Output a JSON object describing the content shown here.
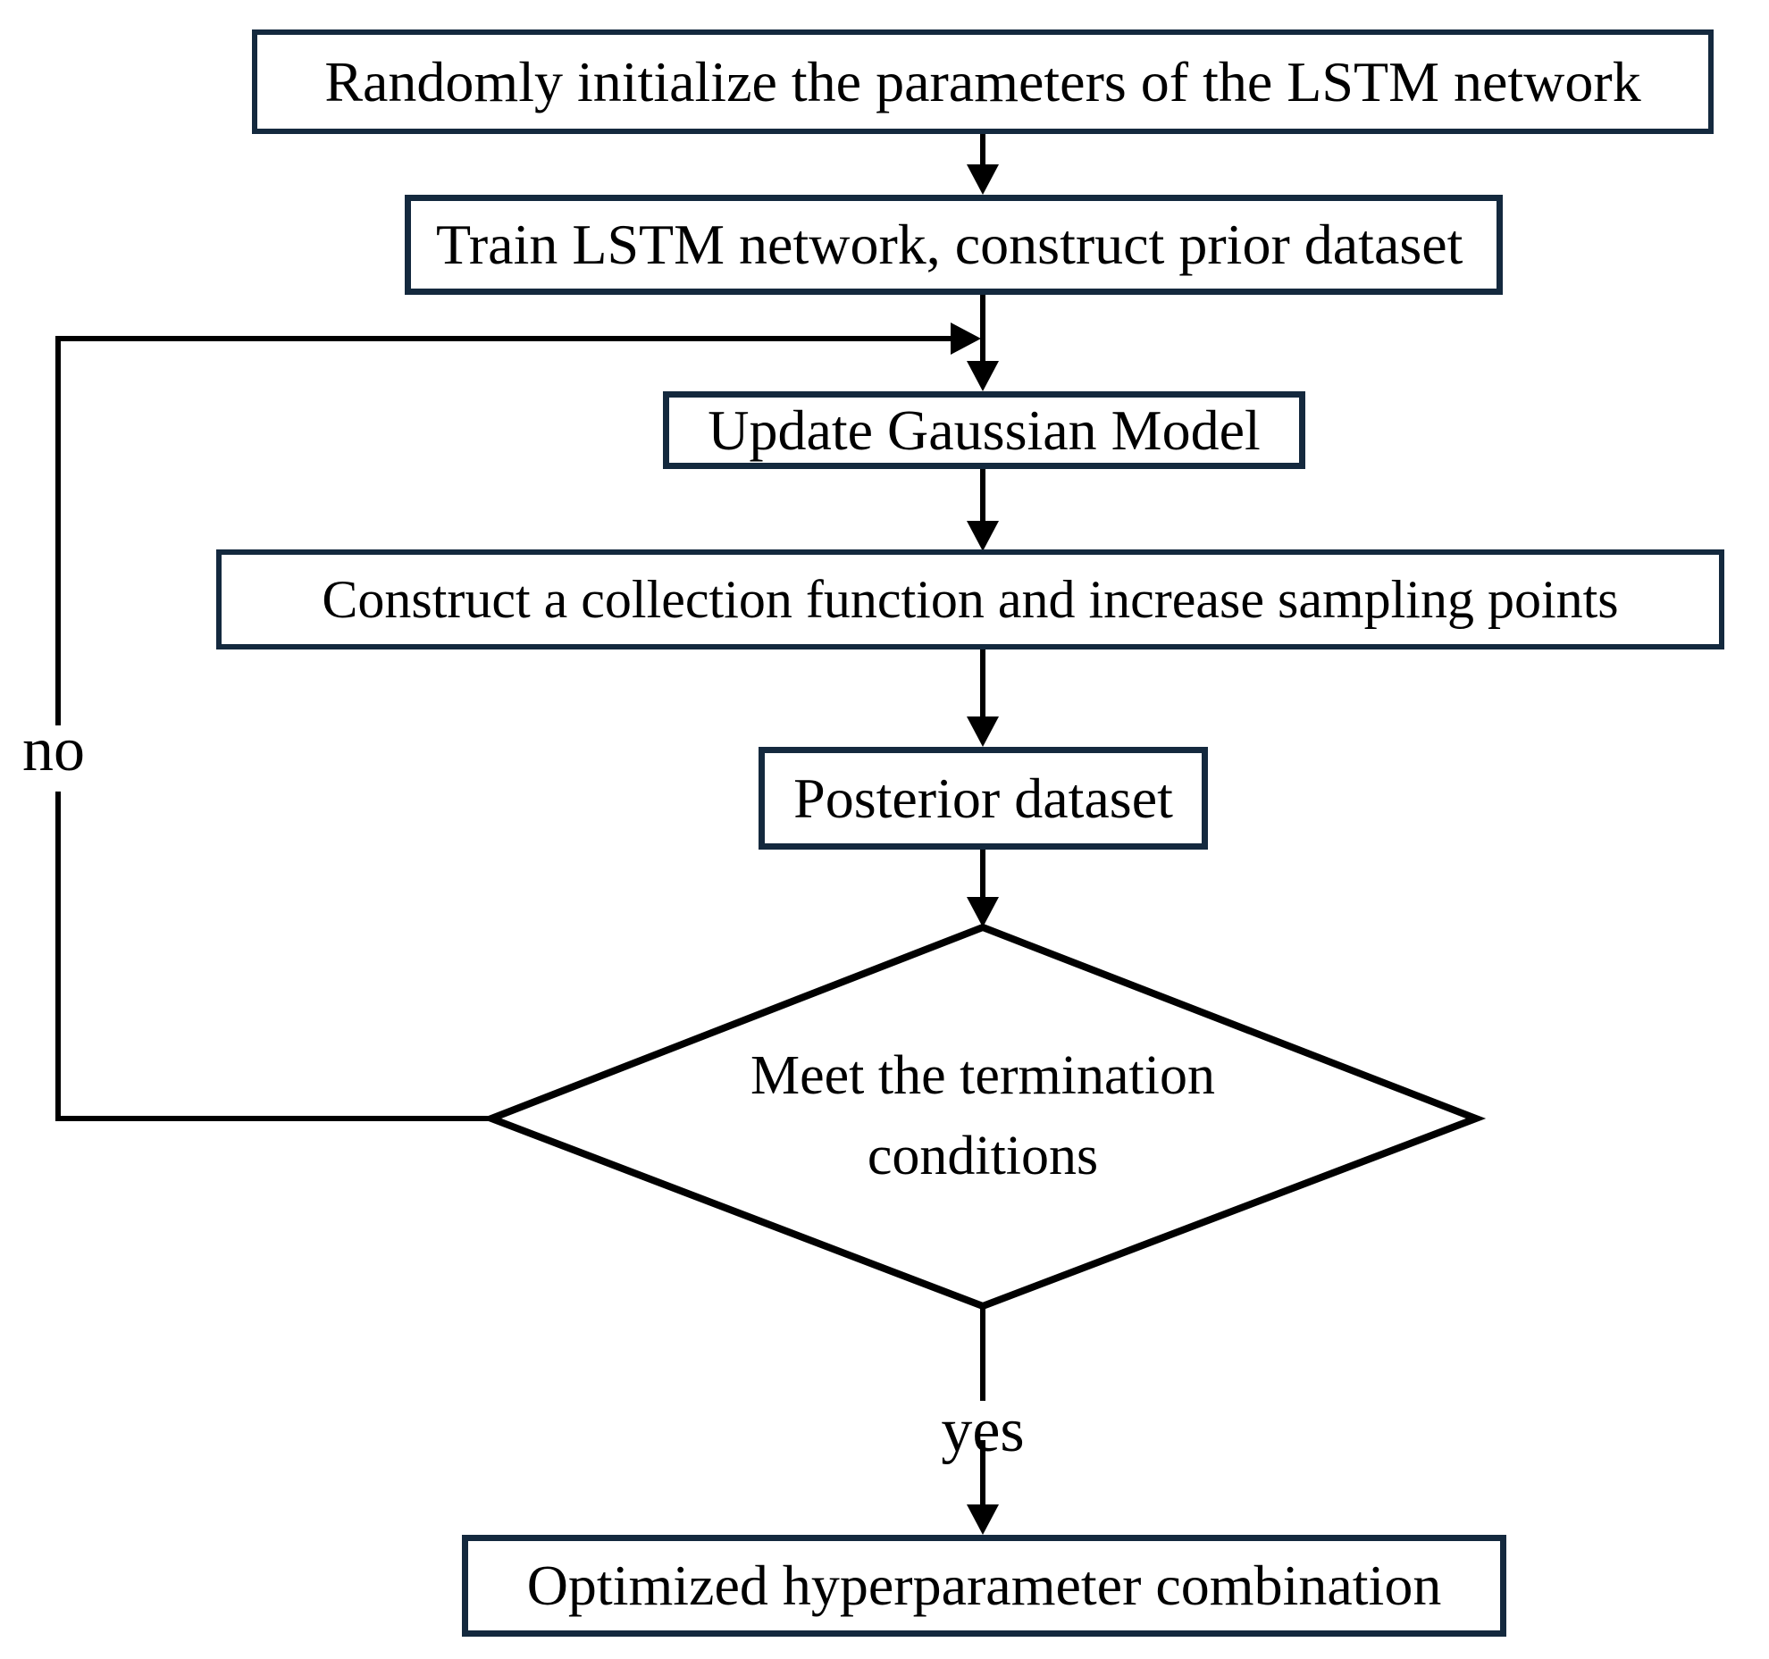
{
  "title": "LSTM hyperparameter Bayesian optimization flowchart",
  "nodes": {
    "init": {
      "label": "Randomly initialize the parameters of the LSTM network"
    },
    "train": {
      "label": "Train LSTM network, construct prior dataset"
    },
    "update": {
      "label": "Update Gaussian Model"
    },
    "construct": {
      "label": "Construct a collection function and increase sampling points"
    },
    "posterior": {
      "label": "Posterior dataset"
    },
    "decision": {
      "line1": "Meet the termination",
      "line2": "conditions"
    },
    "result": {
      "label": "Optimized hyperparameter combination"
    }
  },
  "edges": {
    "yes_label": "yes",
    "no_label": "no"
  },
  "colors": {
    "box_border": "#14293E",
    "line": "#000000",
    "text": "#000000",
    "background": "#FFFFFF"
  }
}
